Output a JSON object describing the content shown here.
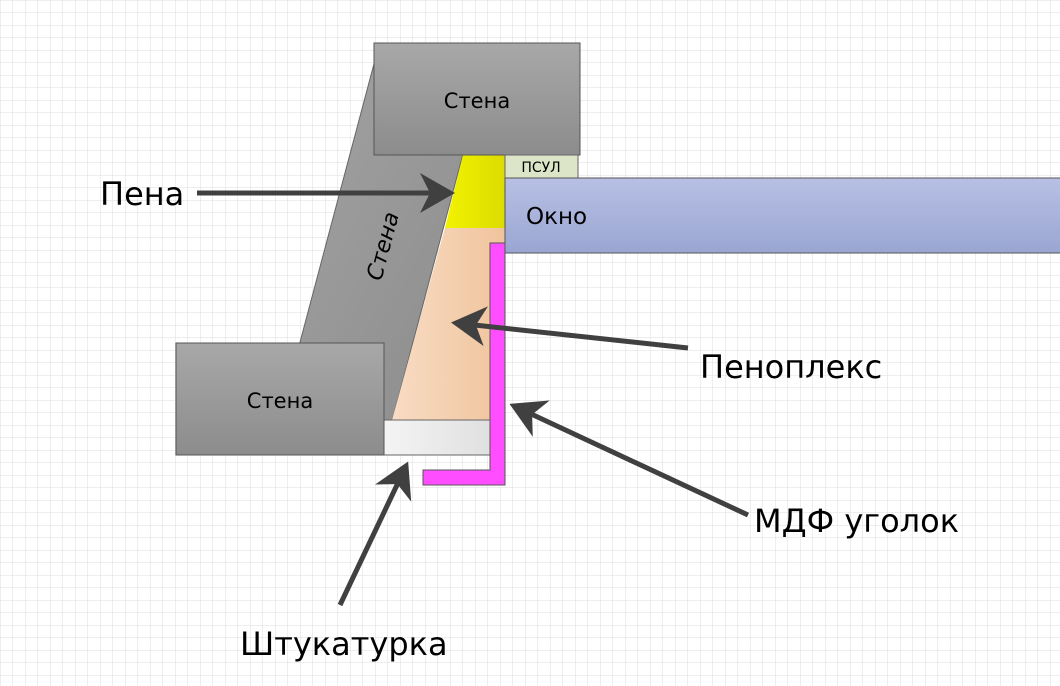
{
  "labels": {
    "wall_top": "Стена",
    "wall_diagonal": "Стена",
    "wall_bottom": "Стена",
    "psul": "ПСУЛ",
    "window": "Окно",
    "foam": "Пена",
    "penoplex": "Пеноплекс",
    "mdf_corner": "МДФ уголок",
    "plaster": "Штукатурка"
  },
  "colors": {
    "wall": "#9a9a9a",
    "foam": "#e8e800",
    "penoplex": "#f2c6a0",
    "plaster": "#e6e6e6",
    "mdf": "#ff4dff",
    "psul": "#dde5c8",
    "window": "#aab4da",
    "arrow": "#404040"
  }
}
